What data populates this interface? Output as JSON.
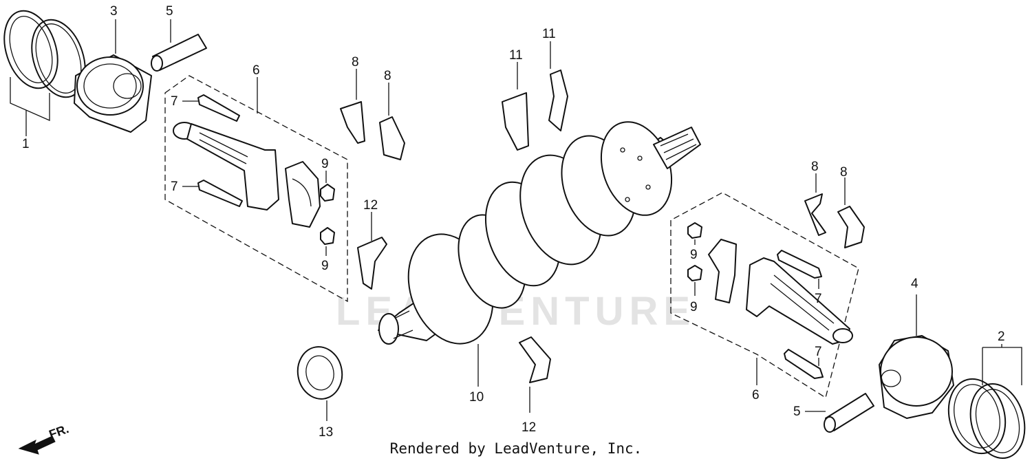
{
  "diagram": {
    "callouts": {
      "c1": "1",
      "c2": "2",
      "c3": "3",
      "c4": "4",
      "c5a": "5",
      "c5b": "5",
      "c6a": "6",
      "c6b": "6",
      "c7a": "7",
      "c7b": "7",
      "c7c": "7",
      "c7d": "7",
      "c8a": "8",
      "c8b": "8",
      "c8c": "8",
      "c8d": "8",
      "c9a": "9",
      "c9b": "9",
      "c9c": "9",
      "c9d": "9",
      "c10": "10",
      "c11a": "11",
      "c11b": "11",
      "c12a": "12",
      "c12b": "12",
      "c13": "13"
    },
    "direction_label": "FR.",
    "watermark": "LEADVENTURE",
    "footer": "Rendered by LeadVenture, Inc."
  },
  "colors": {
    "ink": "#111111",
    "watermark": "#e3e3e3",
    "background": "#ffffff"
  }
}
